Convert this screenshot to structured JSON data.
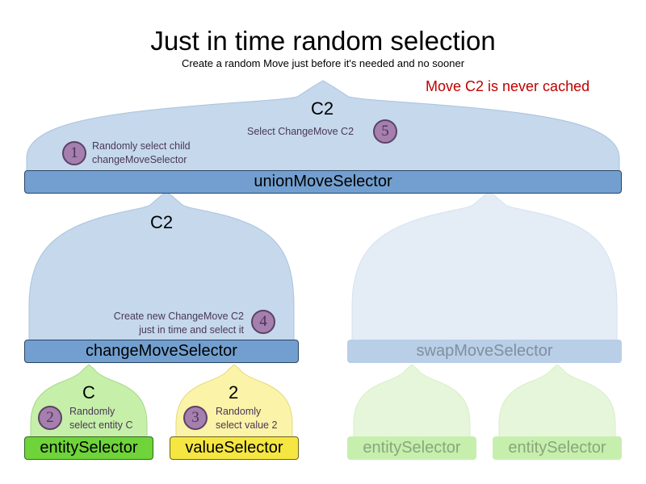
{
  "title": "Just in time random selection",
  "subtitle": "Create a random Move just before it's needed and no sooner",
  "note": "Move C2 is never cached",
  "colors": {
    "selector_blue": "#729fcf",
    "faded_blue": "#b9cfe7",
    "entity_green": "#6fd33a",
    "value_yellow": "#f5e642",
    "step_circle": "#a57fae",
    "note_red": "#c00000"
  },
  "moves": {
    "top": "C2",
    "middle": "C2",
    "entity": "C",
    "value": "2"
  },
  "steps": [
    {
      "number": "1",
      "line1": "Randomly select child",
      "line2": "changeMoveSelector"
    },
    {
      "number": "2",
      "line1": "Randomly",
      "line2": "select entity C"
    },
    {
      "number": "3",
      "line1": "Randomly",
      "line2": "select value 2"
    },
    {
      "number": "4",
      "line1": "Create new ChangeMove C2",
      "line2": "just in time and select it"
    },
    {
      "number": "5",
      "line1": "Select ChangeMove C2",
      "line2": ""
    }
  ],
  "selectors": {
    "union": "unionMoveSelector",
    "change": "changeMoveSelector",
    "swap": "swapMoveSelector",
    "entity": "entitySelector",
    "value": "valueSelector",
    "entity_faded_1": "entitySelector",
    "entity_faded_2": "entitySelector"
  }
}
